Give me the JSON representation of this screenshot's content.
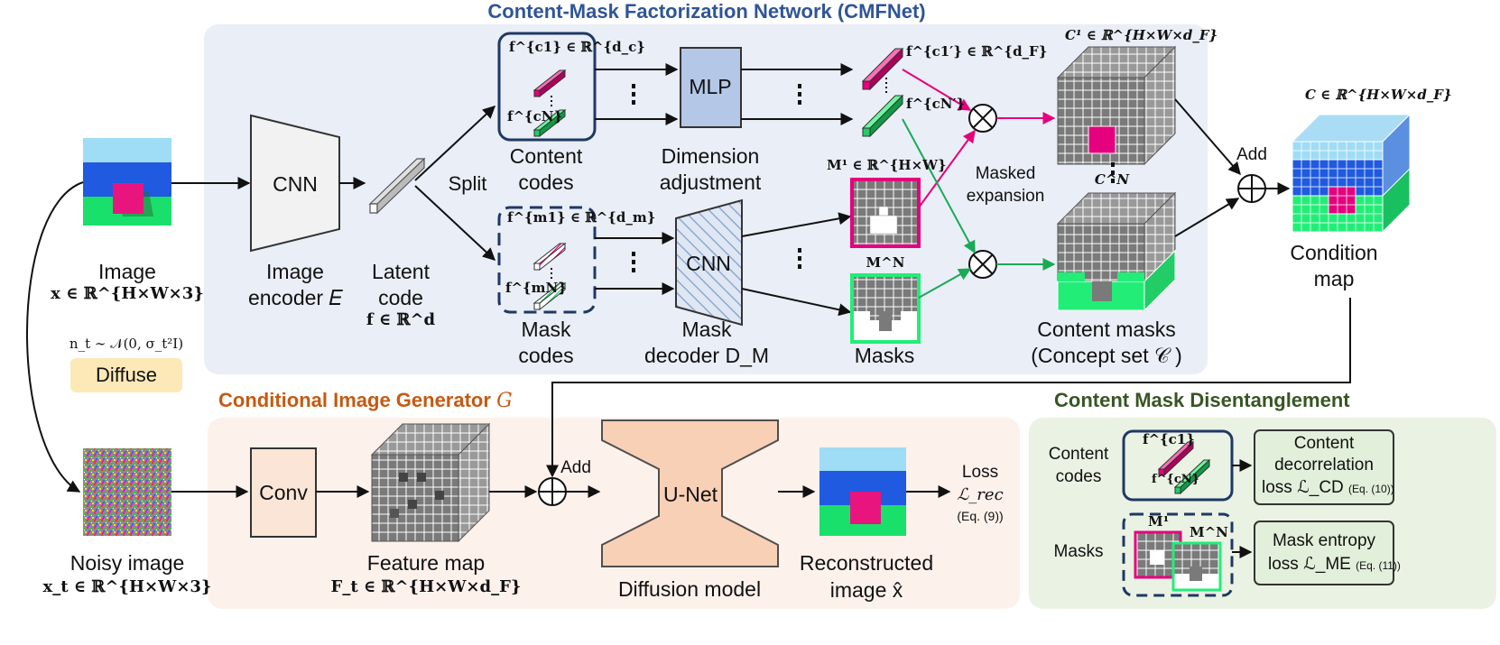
{
  "sections": {
    "cmfnet": "Content-Mask Factorization Network (CMFNet)",
    "generator": "Conditional Image Generator",
    "generator_symbol": "G",
    "disentangle": "Content Mask Disentanglement"
  },
  "colors": {
    "cmfnet_bg": "#e9eef7",
    "generator_bg": "#fdf1ec",
    "disentangle_bg": "#eaf2e3",
    "cmfnet_title": "#2f5597",
    "generator_title": "#c55a11",
    "disentangle_title": "#375623",
    "pink": "#e5007e",
    "green": "#22cc66"
  },
  "nodes": {
    "image_label": "Image",
    "image_math": "x ∈ ℝ^{H×W×3}",
    "noise_math": "n_t ∼ 𝒩(0, σ_t²I)",
    "diffuse": "Diffuse",
    "noisy_label": "Noisy image",
    "noisy_math": "x_t ∈ ℝ^{H×W×3}",
    "cnn_encoder": "CNN",
    "encoder_label_1": "Image",
    "encoder_label_2": "encoder 𝐸",
    "latent_1": "Latent",
    "latent_2": "code",
    "latent_math": "f ∈ ℝ^d",
    "split": "Split",
    "fc1": "f^{c1} ∈ ℝ^{d_c}",
    "fcN": "f^{cN}",
    "content_codes_1": "Content",
    "content_codes_2": "codes",
    "fm1": "f^{m1} ∈ ℝ^{d_m}",
    "fmN": "f^{mN}",
    "mask_codes_1": "Mask",
    "mask_codes_2": "codes",
    "mlp": "MLP",
    "dim_adj_1": "Dimension",
    "dim_adj_2": "adjustment",
    "cnn_decoder": "CNN",
    "mask_decoder_1": "Mask",
    "mask_decoder_2": "decoder D_M",
    "fc1p": "f^{c1′} ∈ ℝ^{d_F}",
    "fcNp": "f^{cN′}",
    "M1": "M¹ ∈ ℝ^{H×W}",
    "MN": "M^N",
    "masks": "Masks",
    "masked_expansion_1": "Masked",
    "masked_expansion_2": "expansion",
    "C1": "C¹ ∈ ℝ^{H×W×d_F}",
    "CN": "C^N",
    "content_masks_1": "Content masks",
    "content_masks_2": "(Concept set 𝒞 )",
    "add": "Add",
    "C": "C ∈ ℝ^{H×W×d_F}",
    "condition_1": "Condition",
    "condition_2": "map",
    "conv": "Conv",
    "feature_1": "Feature map",
    "feature_math": "F_t ∈ ℝ^{H×W×d_F}",
    "add2": "Add",
    "unet": "U-Net",
    "diffusion": "Diffusion model",
    "recon_1": "Reconstructed",
    "recon_2": "image x̂",
    "loss_1": "Loss",
    "loss_math": "ℒ_rec",
    "loss_eq": "(Eq. (9))",
    "cmd_content_1": "Content",
    "cmd_content_2": "codes",
    "cmd_masks": "Masks",
    "cmd_fc1": "f^{c1}",
    "cmd_fcN": "f^{cN}",
    "cmd_M1": "M¹",
    "cmd_MN": "M^N",
    "cd_loss_1": "Content",
    "cd_loss_2": "decorrelation",
    "cd_loss_3": "loss ℒ_CD",
    "cd_eq": "(Eq. (10))",
    "me_loss_1": "Mask entropy",
    "me_loss_2": "loss ℒ_ME",
    "me_eq": "(Eq. (11))"
  }
}
